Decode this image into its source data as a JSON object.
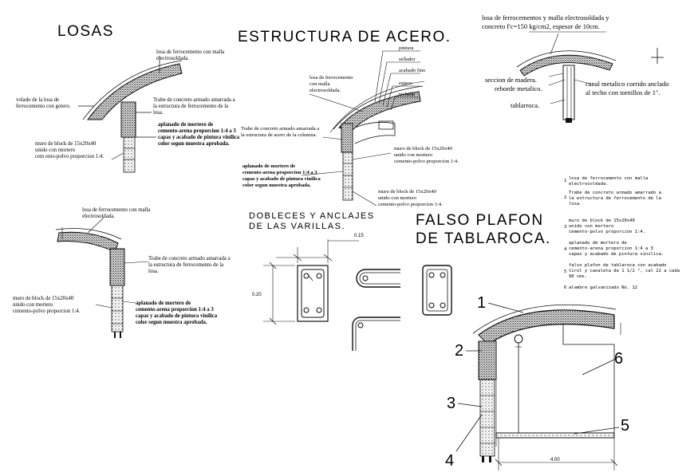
{
  "titles": {
    "losas": "LOSAS",
    "estructura": "ESTRUCTURA DE ACERO.",
    "dobleces_1": "DOBLECES Y ANCLAJES",
    "dobleces_2": "DE LAS VARILLAS.",
    "falso_1": "FALSO PLAFON",
    "falso_2": "DE TABLAROCA."
  },
  "detail_losas_top": {
    "losa_1": "losa de ferrocemento con malla",
    "losa_2": "electrosoldada.",
    "volado_1": "volado de la losa de",
    "volado_2": "ferrocemento con gotero.",
    "trabe_1": "Trabe de concreto armado amarrada a",
    "trabe_2": "la estructura de ferrocemento de la",
    "trabe_3": "losa.",
    "aplanado_1": "aplanado de mortero de",
    "aplanado_2": "cemento-arena proporcion 1:4 a 3",
    "aplanado_3": "capas y acabado de pintura vinilica",
    "aplanado_4": "color segun muestra aprobada.",
    "muro_1": "muro de block de 15x20x40",
    "muro_2": "unido con mortero",
    "muro_3": "cem ento-polvo proporcion 1:4."
  },
  "detail_acero": {
    "pintura": "pintura",
    "sellador": "sellador",
    "acabado": "acabado fino",
    "estuco": "estuco",
    "techada": "techada",
    "losa_1": "losa de ferrocemento",
    "losa_2": "con malla",
    "losa_3": "electrosoldada.",
    "trabe_1": "Trabe de concreto armado amarrada a",
    "trabe_2": "la estructura de acero de la columna.",
    "muro_a_1": "muro de block de 15x20x40",
    "muro_a_2": "unido con mortero",
    "muro_a_3": "cemento-polvo proporcion 1:4.",
    "aplanado_1": "aplanado de mortero de",
    "aplanado_2": "cemento-arena proporcion 1:4 a 3",
    "aplanado_3": "capas y acabado de pintura vinilica",
    "aplanado_4": "color segun muestra aprobada.",
    "muro_b_1": "muro de block de 15x20x40",
    "muro_b_2": "unido con mortero",
    "muro_b_3": "cemento-polvo proporcion 1:4."
  },
  "detail_madera": {
    "losa_1": "losa de ferrocementos y malla electrosoldada y",
    "losa_2": "concreto f'c=150 kg/cm2, espesor de 10cm.",
    "seccion": "seccion de madera.",
    "reborde": "reborde metalico.",
    "canal_1": "canal metalico corrido anclado",
    "canal_2": "al techo con tornillos de 1\".",
    "tablarroca": "tablarroca."
  },
  "detail_losas_bottom": {
    "losa_1": "losa de ferrocemento con malla",
    "losa_2": "electrosoldada.",
    "trabe_1": "Trabe de concreto armado amarrada a",
    "trabe_2": "la estructura de ferrocemento de la",
    "trabe_3": "losa.",
    "muro_1": "muro de block de 15x20x40",
    "muro_2": "unido con mortero",
    "muro_3": "cemento-polvo proporcion 1:4.",
    "aplanado_1": "aplanado de mortero de",
    "aplanado_2": "cemento-arena proporcion 1:4 a 3",
    "aplanado_3": "capas y acabado de pintura vinilica",
    "aplanado_4": "color segun muestra aprobada."
  },
  "dims": {
    "top": "0.15",
    "side": "0.20",
    "bottom": "4.00"
  },
  "legend": {
    "n1": "1",
    "l1a": "losa de ferrocemento con malla",
    "l1b": "electrosoldada.",
    "n2": "2",
    "l2a": "Trabe de concreto armado amarrado a",
    "l2b": "la estructura de ferrocemento de la",
    "l2c": "losa.",
    "n3": "3",
    "l3a": "muro de block de 15x20x40",
    "l3b": "unido con mortero",
    "l3c": "cemento-polvo proporcion 1:4.",
    "n4": "4",
    "l4a": "aplanado de mortero de",
    "l4b": "cemento-arena proporcion 1:4 a 3",
    "l4c": "capas y acabado de pintura vinilica.",
    "n5": "5",
    "l5a": "falso plafon de tablaroca con acabado",
    "l5b": "tirol y canaleta de 1 1/2 \", cal 22 a cada",
    "l5c": "90 cms.",
    "n6": "6",
    "l6a": "alambre galvanizado No. 12"
  },
  "callouts": {
    "c1": "1",
    "c2": "2",
    "c3": "3",
    "c4": "4",
    "c5": "5",
    "c6": "6"
  },
  "colors": {
    "ink": "#111111",
    "hatch": "#555555"
  }
}
